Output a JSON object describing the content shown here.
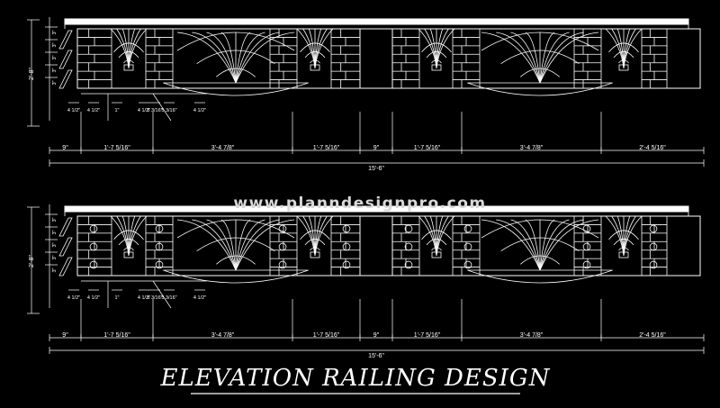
{
  "watermark": "www.planndesignpro.com",
  "title": "ELEVATION RAILING DESIGN",
  "colors": {
    "background": "#000000",
    "lines": "#ffffff"
  },
  "dimensions": {
    "height_total": "2'-8\"",
    "segments": [
      "9\"",
      "1'-7 5/16\"",
      "3'-4 7/8\"",
      "1'-7 5/16\"",
      "9\"",
      "1'-7 5/16\"",
      "3'-4 7/8\"",
      "2'-4 5/16\""
    ],
    "overall": "15'-6\"",
    "small_left": [
      "3\"",
      "3\"",
      "3\"",
      "3\"",
      "3\""
    ],
    "detail": [
      "4 1/2\"",
      "4 1/2\"",
      "1\"",
      "4 1/2\"",
      "5 3/16\"",
      "5 3/16\"",
      "4 1/2\""
    ]
  },
  "elevations": [
    {
      "name": "upper",
      "variant": "plain"
    },
    {
      "name": "lower",
      "variant": "circles"
    }
  ]
}
